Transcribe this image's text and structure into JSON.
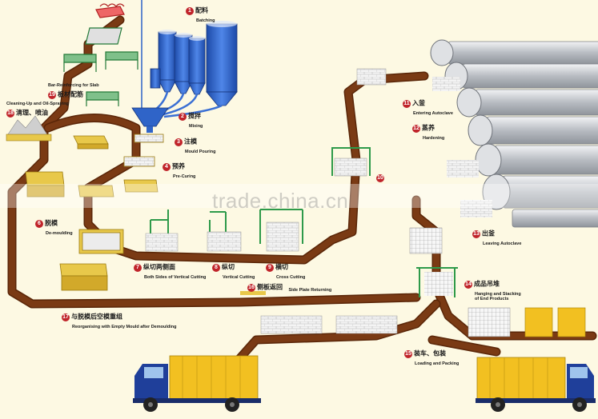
{
  "steps": [
    {
      "num": "1",
      "zh": "配料",
      "en": "Batching"
    },
    {
      "num": "2",
      "zh": "搅拌",
      "en": "Mixing"
    },
    {
      "num": "3",
      "zh": "注模",
      "en": "Mould Pouring"
    },
    {
      "num": "4",
      "zh": "预养",
      "en": "Pre-Curing"
    },
    {
      "num": "6",
      "zh": "脱模",
      "en": "De-moulding"
    },
    {
      "num": "7",
      "zh": "纵切两侧面",
      "en": "Both Sides of Vertical Cutting"
    },
    {
      "num": "8",
      "zh": "纵切",
      "en": "Vertical Cutting"
    },
    {
      "num": "9",
      "zh": "横切",
      "en": "Cross Cutting"
    },
    {
      "num": "10",
      "zh": "",
      "en": ""
    },
    {
      "num": "11",
      "zh": "入釜",
      "en": "Entering Autoclave"
    },
    {
      "num": "12",
      "zh": "蒸养",
      "en": "Hardening"
    },
    {
      "num": "13",
      "zh": "出釜",
      "en": "Leaving Autoclave"
    },
    {
      "num": "14",
      "zh": "成品吊堆",
      "en": "Hanging and Stacking of End Products"
    },
    {
      "num": "15",
      "zh": "装车、包装",
      "en": "Loading and Packing"
    },
    {
      "num": "16",
      "zh": "侧板返回",
      "en": "Side Plate Returning"
    },
    {
      "num": "17",
      "zh": "与脱模后空模重组",
      "en": "Reorganising with Empty Mould after Demoulding"
    },
    {
      "num": "18",
      "zh": "清理、喷油",
      "en": "Cleaning-Up and Oil-Spraying"
    },
    {
      "num": "19",
      "zh": "板材配筋",
      "en": "Bar-Reinforcing for Slab"
    }
  ],
  "watermark": "trade.china.cn",
  "colors": {
    "track": "#7a3a14",
    "track_edge": "#5a2608",
    "silo": "#2f64c8",
    "mould": "#e8c84a",
    "frame": "#2e9a4a",
    "autoclave": "#c9ccd1",
    "truck": "#1f3f9a",
    "cargo": "#f2c021",
    "step_badge": "#c0242a"
  }
}
